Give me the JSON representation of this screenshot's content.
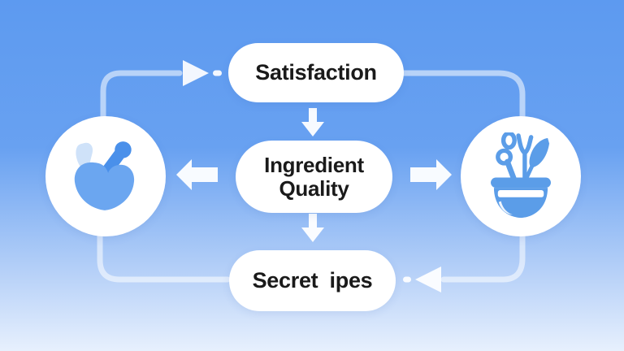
{
  "background": {
    "gradient_top": "#5d9af0",
    "gradient_bottom": "#e7f0fd"
  },
  "nodes": {
    "top": {
      "label": "Satisfaction"
    },
    "center": {
      "line1": "Ingredient",
      "line2": "Quality"
    },
    "bottom": {
      "label": "Secret ipes"
    },
    "left": {
      "icon": "mortar-and-pestle-icon"
    },
    "right": {
      "icon": "bowl-with-utensils-icon"
    }
  },
  "edges": [
    {
      "from": "left-circle",
      "to": "satisfaction",
      "style": "curved-line",
      "arrowhead": "right"
    },
    {
      "from": "satisfaction",
      "to": "right-circle",
      "style": "curved-line",
      "arrowhead": "none"
    },
    {
      "from": "satisfaction",
      "to": "ingredient-quality",
      "style": "block-arrow",
      "direction": "down"
    },
    {
      "from": "ingredient-quality",
      "to": "left-circle",
      "style": "block-arrow",
      "direction": "left"
    },
    {
      "from": "ingredient-quality",
      "to": "right-circle",
      "style": "block-arrow",
      "direction": "right"
    },
    {
      "from": "ingredient-quality",
      "to": "secret-recipes",
      "style": "block-arrow",
      "direction": "down"
    },
    {
      "from": "left-circle",
      "to": "secret-recipes",
      "style": "curved-line",
      "arrowhead": "none"
    },
    {
      "from": "right-circle",
      "to": "secret-recipes",
      "style": "curved-line",
      "arrowhead": "left"
    }
  ],
  "colors": {
    "node_fill": "#ffffff",
    "text": "#1a1a1a",
    "connector_line": "rgba(255,255,255,0.55)",
    "arrow_fill": "#ffffff",
    "icon_blue": "#5b9de8",
    "icon_blue_medium": "#6ba6f0",
    "icon_blue_dark": "#4a90ea",
    "icon_blue_light": "#cfe2f9"
  }
}
